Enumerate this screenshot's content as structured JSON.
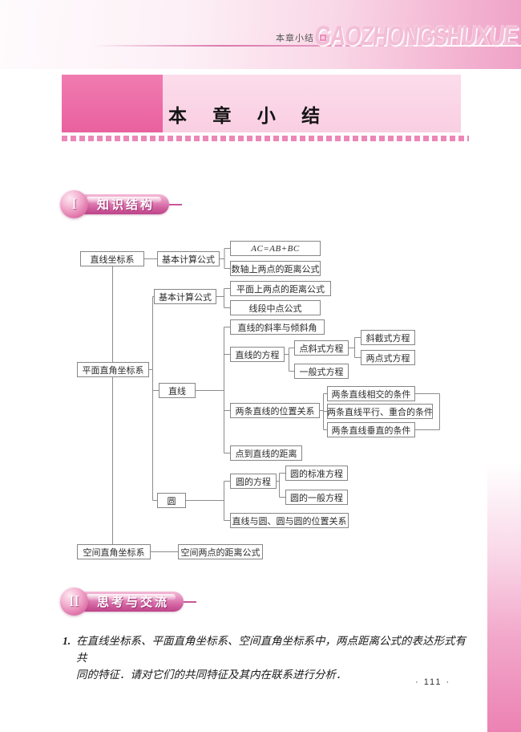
{
  "page": {
    "running_header": "本章小结",
    "watermark": "GAOZHONGSHUXUE",
    "page_number": "· 111 ·"
  },
  "banner": {
    "title": "本 章 小 结"
  },
  "sections": {
    "knowledge": {
      "numeral": "I",
      "title": "知识结构"
    },
    "discussion": {
      "numeral": "II",
      "title": "思考与交流"
    }
  },
  "diagram": {
    "nodes": {
      "line_coord": "直线坐标系",
      "basic_calc_1": "基本计算公式",
      "ac_formula": "AC=AB+BC",
      "axis_distance": "数轴上两点的距离公式",
      "basic_calc_2": "基本计算公式",
      "plane_distance": "平面上两点的距离公式",
      "midpoint": "线段中点公式",
      "plane_coord": "平面直角坐标系",
      "line": "直线",
      "slope": "直线的斜率与倾斜角",
      "line_eq": "直线的方程",
      "point_slope": "点斜式方程",
      "slope_intercept": "斜截式方程",
      "two_point": "两点式方程",
      "general_eq": "一般式方程",
      "two_lines_rel": "两条直线的位置关系",
      "intersect_cond": "两条直线相交的条件",
      "parallel_cond": "两条直线平行、重合的条件",
      "perp_cond": "两条直线垂直的条件",
      "point_line_dist": "点到直线的距离",
      "circle": "圆",
      "circle_eq": "圆的方程",
      "circle_standard": "圆的标准方程",
      "circle_general": "圆的一般方程",
      "line_circle_rel": "直线与圆、圆与圆的位置关系",
      "space_coord": "空间直角坐标系",
      "space_distance": "空间两点的距离公式"
    }
  },
  "exercise": {
    "number": "1.",
    "line1": "在直线坐标系、平面直角坐标系、空间直角坐标系中，两点距离公式的表达形式有共",
    "line2": "同的特征．请对它们的共同特征及其内在联系进行分析．"
  },
  "colors": {
    "accent_pink": "#ec6ba6",
    "light_pink": "#f9cfe2",
    "pill_pink": "#d05f9f",
    "line_gray": "#8c8c8c"
  }
}
